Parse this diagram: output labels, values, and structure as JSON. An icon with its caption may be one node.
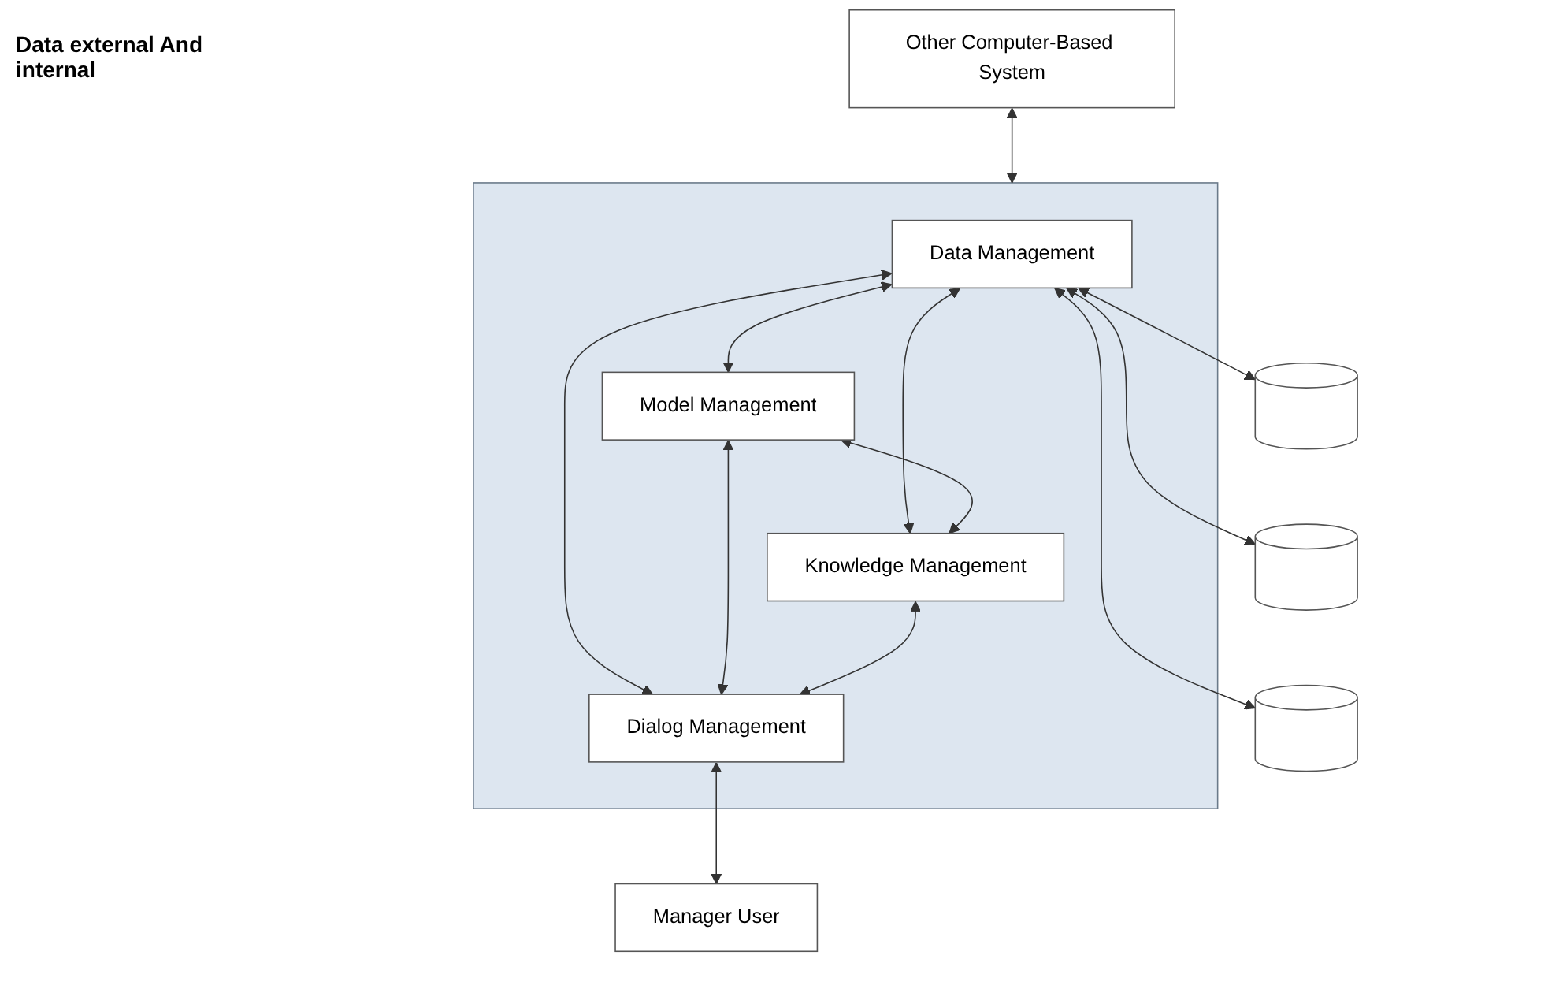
{
  "diagram": {
    "nodes": [
      {
        "text": [
          "Other Computer-Based System"
        ]
      },
      {
        "text": [],
        "shape": "box"
      },
      {
        "text": [
          "Data Management"
        ],
        "in": 1
      },
      {
        "text": [
          "Model Management"
        ],
        "in": 1
      },
      {
        "text": [
          "Knowledge Management"
        ],
        "in": 1
      },
      {
        "text": [
          "Dialog Management"
        ],
        "in": 1
      },
      {
        "text": [
          "Manager User"
        ]
      },
      {
        "text": [],
        "shape": "cylinder"
      },
      {
        "text": [],
        "shape": "cylinder"
      },
      {
        "text": [],
        "shape": "cylinder"
      }
    ],
    "edges": [
      {
        "from": 0,
        "to": 1,
        "arrow": "both"
      },
      {
        "from": 2,
        "to": 7,
        "arrow": "both"
      },
      {
        "from": 2,
        "to": 8,
        "arrow": "both"
      },
      {
        "from": 2,
        "to": 9,
        "arrow": "both"
      },
      {
        "from": 2,
        "to": 3,
        "arrow": "both"
      },
      {
        "from": 2,
        "to": 4,
        "arrow": "both"
      },
      {
        "from": 2,
        "to": 5,
        "arrow": "both"
      },
      {
        "from": 3,
        "to": 4,
        "arrow": "both"
      },
      {
        "from": 3,
        "to": 5,
        "arrow": "both"
      },
      {
        "from": 4,
        "to": 5,
        "arrow": "both"
      },
      {
        "from": 5,
        "to": 6,
        "arrow": "both"
      }
    ],
    "labels": [
      "Data external And internal"
    ]
  }
}
